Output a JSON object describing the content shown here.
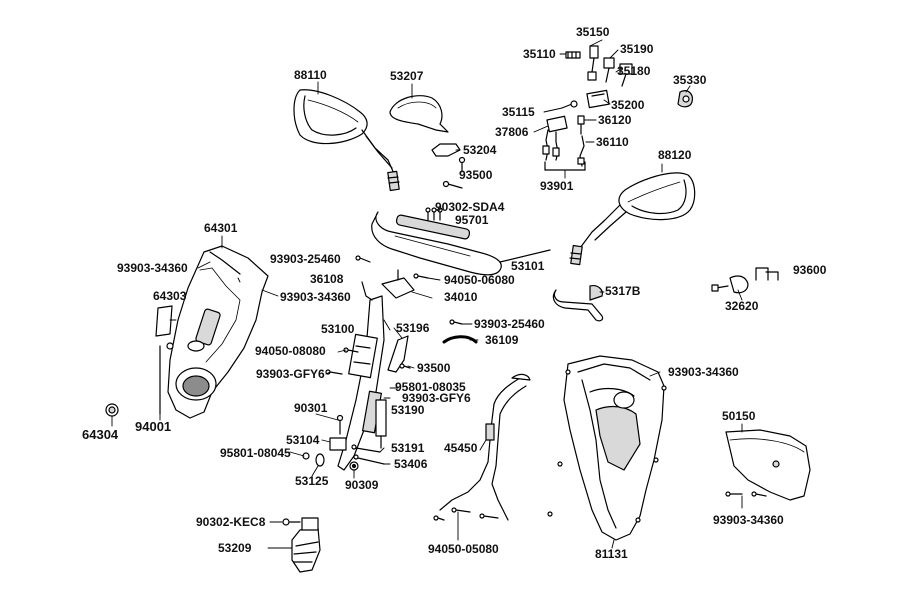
{
  "diagram": {
    "line_color": "#000000",
    "part_fill": "#ffffff",
    "shade_fill": "#d9d9d9",
    "dark_fill": "#8c8c8c",
    "parts": {
      "p88110": "88110",
      "p53207": "53207",
      "p35150": "35150",
      "p35110": "35110",
      "p35190": "35190",
      "p35180": "35180",
      "p35330": "35330",
      "p35115": "35115",
      "p35200": "35200",
      "p36120": "36120",
      "p37806": "37806",
      "p53204": "53204",
      "p36110": "36110",
      "p88120": "88120",
      "p93500a": "93500",
      "p93901": "93901",
      "p90302sda4": "90302-SDA4",
      "p95701": "95701",
      "p64301": "64301",
      "p93903_25460a": "93903-25460",
      "p53101": "53101",
      "p93903_34360a": "93903-34360",
      "p36108": "36108",
      "p94050_06080": "94050-06080",
      "p93600": "93600",
      "p34010": "34010",
      "p93903_34360b": "93903-34360",
      "p5317b": "5317B",
      "p32620": "32620",
      "p64303": "64303",
      "p53100": "53100",
      "p53196": "53196",
      "p93903_25460b": "93903-25460",
      "p36109": "36109",
      "p94050_08080": "94050-08080",
      "p93903_34360c": "93903-34360",
      "p93500b": "93500",
      "p93903_gfy6a": "93903-GFY6",
      "p95801_08035": "95801-08035",
      "p93903_gfy6b": "93903-GFY6",
      "p53190": "53190",
      "p90301": "90301",
      "p50150": "50150",
      "p64304": "64304",
      "p94001": "94001",
      "p53104": "53104",
      "p45450": "45450",
      "p53191": "53191",
      "p95801_08045": "95801-08045",
      "p53406": "53406",
      "p53125": "53125",
      "p90309": "90309",
      "p93903_34360d": "93903-34360",
      "p90302_kec8": "90302-KEC8",
      "p53209": "53209",
      "p94050_05080": "94050-05080",
      "p81131": "81131"
    }
  }
}
